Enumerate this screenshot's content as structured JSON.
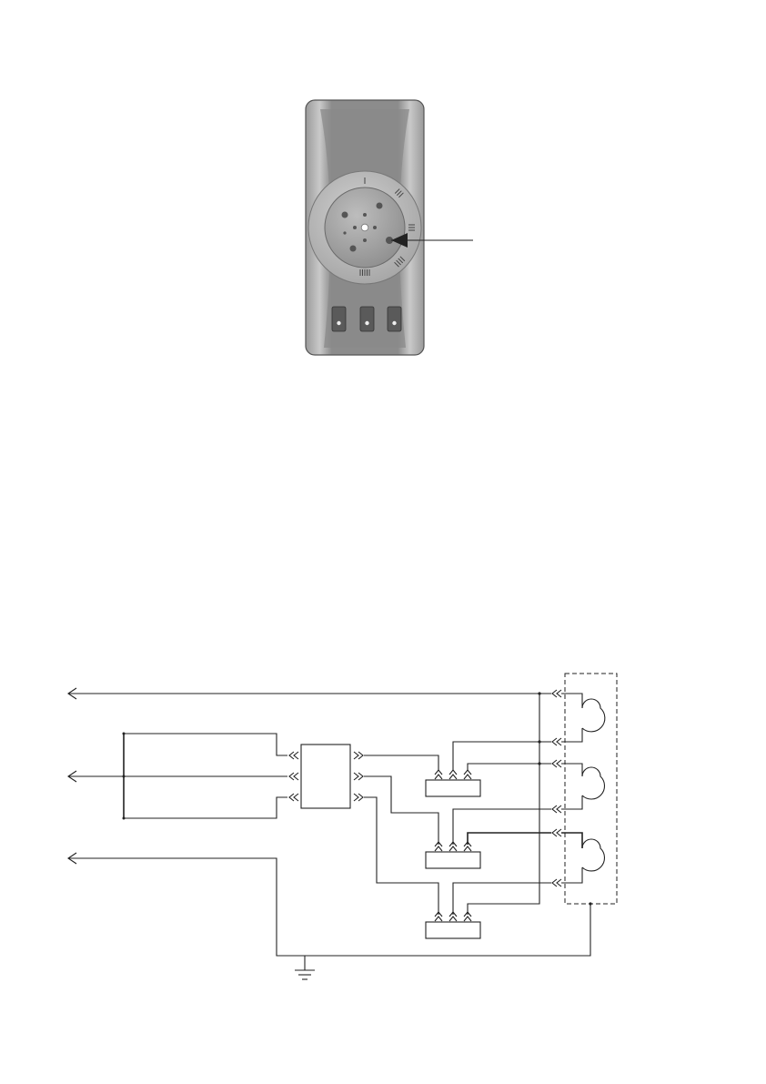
{
  "device": {
    "name": "fan-speed-switch",
    "dial_positions": [
      "I",
      "II",
      "III",
      "IIII",
      "IIIII"
    ],
    "rocker_switch_count": 3,
    "colors": {
      "body": "#8a8a8a",
      "body_dark": "#6f6f6f",
      "body_highlight": "#c8c8c8",
      "dial_ring": "#b9b9b9",
      "dial_face": "#9e9e9e",
      "switch": "#5e5e5e"
    }
  },
  "schematic": {
    "name": "wiring-diagram",
    "colors": {
      "line": "#222222"
    },
    "connector_blocks": 4,
    "motor_coils": 3,
    "has_ground": true
  }
}
